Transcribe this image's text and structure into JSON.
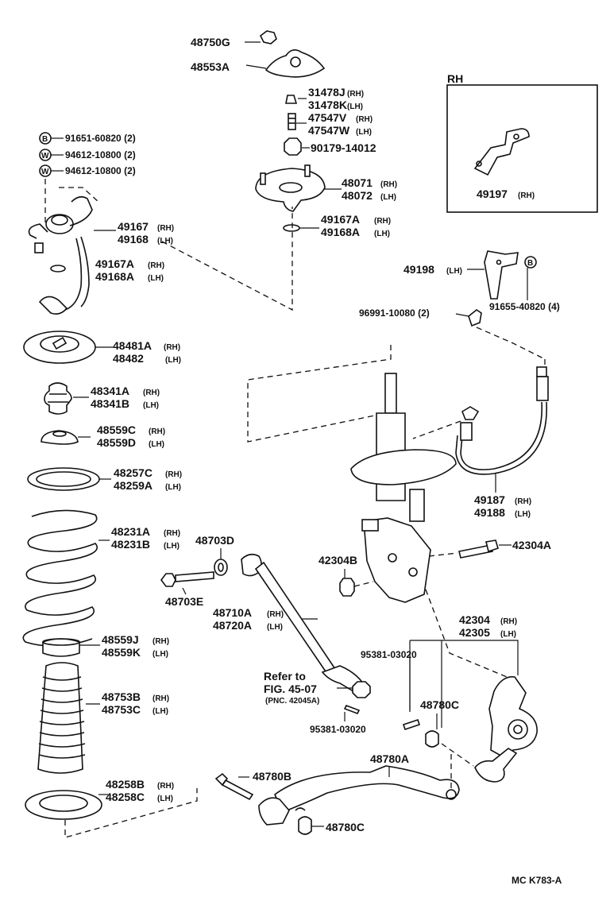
{
  "labels": {
    "p48750g": "48750G",
    "p48553a": "48553A",
    "p31478j": "31478J",
    "p31478k": "31478K",
    "p47547v": "47547V",
    "p47547w": "47547W",
    "p90179": "90179-14012",
    "p48071": "48071",
    "p48072": "48072",
    "p49167a_r": "49167A",
    "p49168a_r": "49168A",
    "b_91651": "91651-60820 (2)",
    "w_94612_1": "94612-10800 (2)",
    "w_94612_2": "94612-10800 (2)",
    "p49167": "49167",
    "p49168": "49168",
    "p49167a_l": "49167A",
    "p49168a_l": "49168A",
    "rh_box": "RH",
    "p49197": "49197",
    "p49198": "49198",
    "p91655": "91655-40820 (4)",
    "p96991": "96991-10080 (2)",
    "p48481a": "48481A",
    "p48482": "48482",
    "p48341a": "48341A",
    "p48341b": "48341B",
    "p48559c": "48559C",
    "p48559d": "48559D",
    "p48257c": "48257C",
    "p48259a": "48259A",
    "p48231a": "48231A",
    "p48231b": "48231B",
    "p48703d": "48703D",
    "p48703e": "48703E",
    "p48710a": "48710A",
    "p48720a": "48720A",
    "p49187": "49187",
    "p49188": "49188",
    "p42304a": "42304A",
    "p42304b": "42304B",
    "p42304": "42304",
    "p42305": "42305",
    "p48559j": "48559J",
    "p48559k": "48559K",
    "p95381_1": "95381-03020",
    "refer_to": "Refer to",
    "fig_ref": "FIG. 45-07",
    "pnc_ref": "(PNC. 42045A)",
    "p95381_2": "95381-03020",
    "p48780c_1": "48780C",
    "p48753b": "48753B",
    "p48753c": "48753C",
    "p48780a": "48780A",
    "p48258b": "48258B",
    "p48258c": "48258C",
    "p48780b": "48780B",
    "p48780c_2": "48780C",
    "footer_code": "MC K783-A"
  },
  "side": {
    "rh": "(RH)",
    "lh": "(LH)",
    "lh_spaced": "(LH)"
  },
  "circle_marks": {
    "b": "B",
    "w": "W"
  }
}
